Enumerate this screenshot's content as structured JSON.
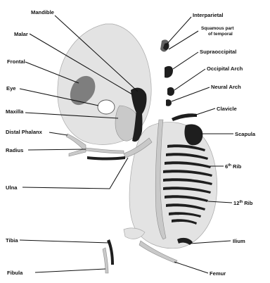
{
  "labels": {
    "mandible": "Mandible",
    "interparietal": "Interparietal",
    "malar": "Malar",
    "squamous_line1": "Squamous part",
    "squamous_line2": "of temporal",
    "frontal": "Frontal",
    "supraoccipital": "Supraoccipital",
    "occipital_arch": "Occipital Arch",
    "eye": "Eye",
    "neural_arch": "Neural Arch",
    "maxilla": "Maxilla",
    "clavicle": "Clavicle",
    "distal_phalanx": "Distal Phalanx",
    "scapula": "Scapula",
    "radius": "Radius",
    "rib6_base": "6",
    "rib6_sup": "th",
    "rib6_word": "Rib",
    "ulna": "Ulna",
    "rib12_base": "12",
    "rib12_sup": "th",
    "rib12_word": "Rib",
    "tibia": "Tibia",
    "ilium": "Ilium",
    "fibula": "Fibula",
    "femur": "Femur"
  }
}
